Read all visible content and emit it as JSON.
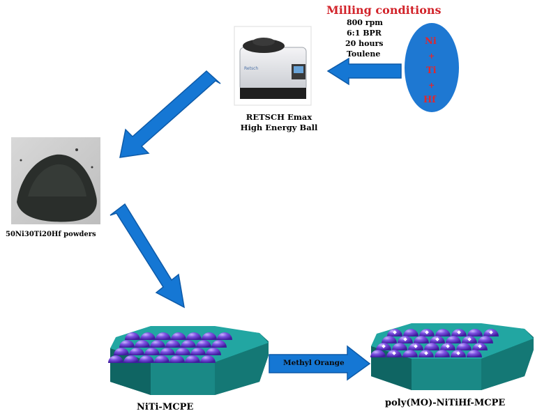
{
  "milling": {
    "heading": "Milling conditions",
    "conditions": [
      "800 rpm",
      "6:1 BPR",
      "20 hours",
      "Toulene"
    ]
  },
  "elements": {
    "ni": "Ni",
    "plus1": "+",
    "ti": "Ti",
    "plus2": "+",
    "hf": "Hf"
  },
  "mill": {
    "caption_line1": "RETSCH Emax",
    "caption_line2": "High Energy Ball",
    "brand_text": "Retsch"
  },
  "powder": {
    "caption": "50Ni30Ti20Hf powders"
  },
  "electrodes": {
    "left_label": "NiTi-MCPE",
    "right_label": "poly(MO)-NiTiHf-MCPE",
    "arrow_label": "Methyl Orange"
  },
  "colors": {
    "arrow": "#1577d4",
    "ellipse": "#1e78d2",
    "heading": "#d2232a",
    "element_text": "#e3262b",
    "electrode_base": "#1d8c8a",
    "sphere": "#7b4fe0"
  }
}
